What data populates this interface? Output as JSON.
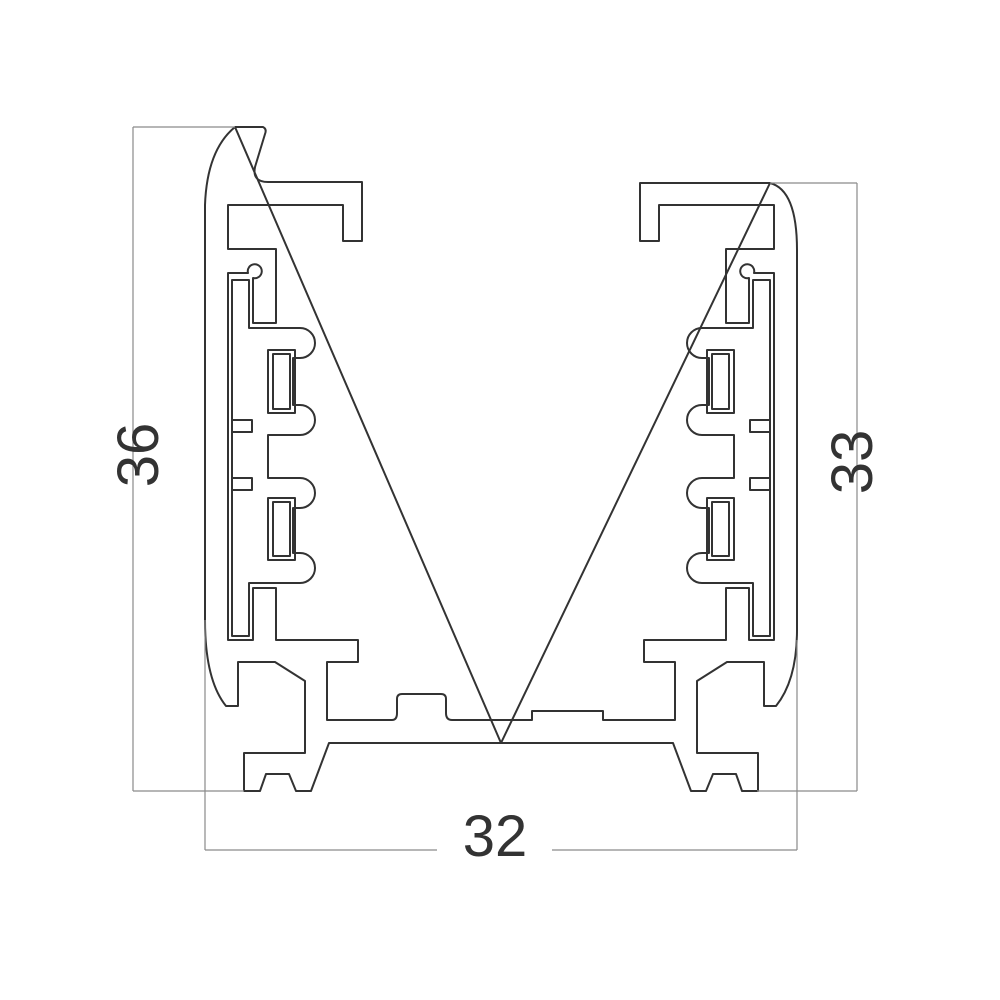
{
  "drawing": {
    "type": "profile cross-section",
    "dimensions": {
      "height_left": "36",
      "height_right": "33",
      "width_bottom": "32"
    },
    "colors": {
      "profile_line": "#333333",
      "dimension_line": "#8a8a8a"
    }
  }
}
